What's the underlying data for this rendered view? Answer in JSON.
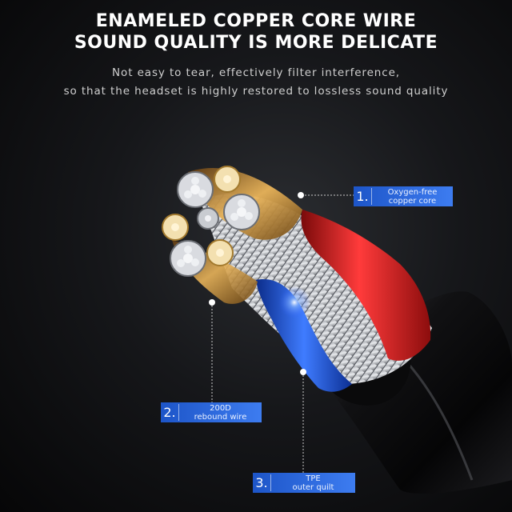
{
  "headline": {
    "line1": "ENAMELED COPPER CORE WIRE",
    "line2": "SOUND QUALITY IS MORE DELICATE"
  },
  "subtitle": {
    "line1": "Not easy to tear, effectively filter interference,",
    "line2": "so that the headset is highly restored to lossless sound quality"
  },
  "callouts": [
    {
      "number": "1.",
      "line1": "Oxygen-free",
      "line2": "copper core"
    },
    {
      "number": "2.",
      "line1": "200D",
      "line2": "rebound wire"
    },
    {
      "number": "3.",
      "line1": "TPE",
      "line2": "outer quilt"
    }
  ],
  "colors": {
    "callout_blue": "#2f6be0",
    "red_insulation": "#d81f1f",
    "blue_insulation": "#1f57d6",
    "jacket": "#0c0c0e"
  }
}
